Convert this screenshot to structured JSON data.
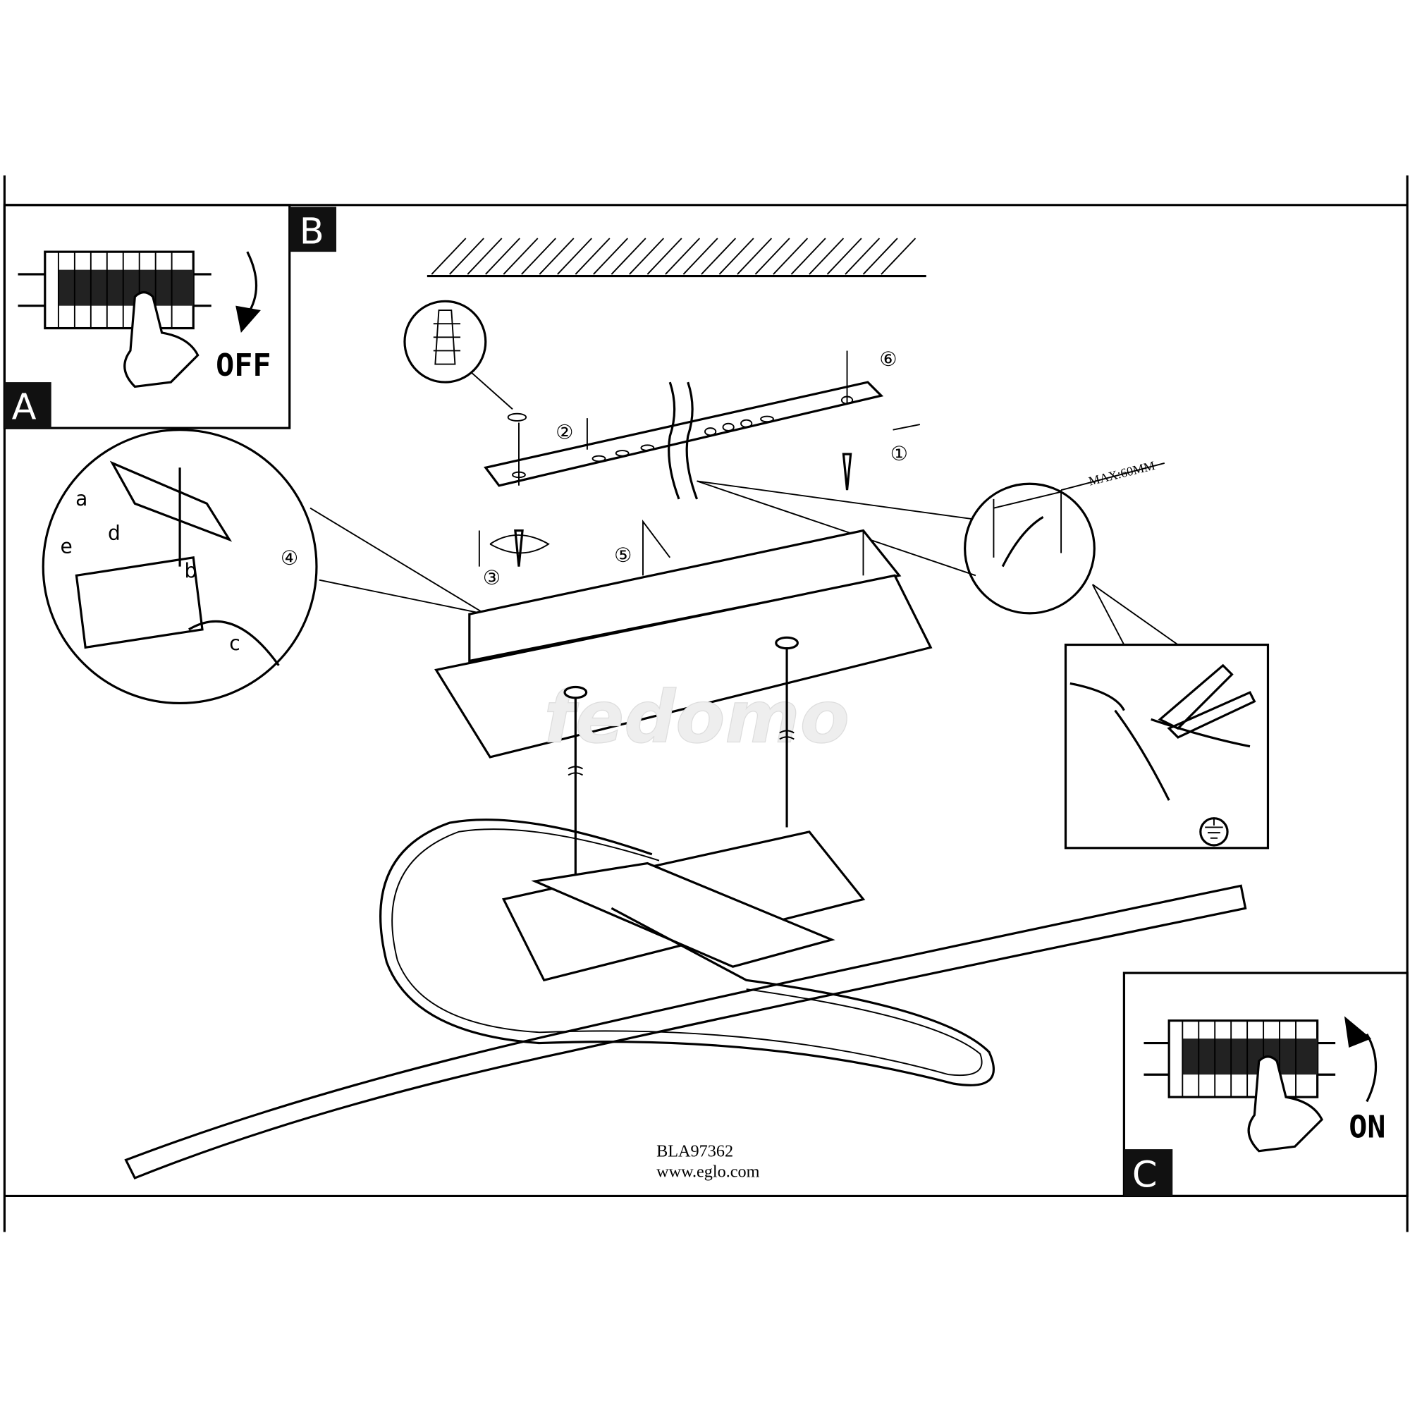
{
  "panels": {
    "a_label": "A",
    "b_label": "B",
    "c_label": "C",
    "off_text": "OFF",
    "on_text": "ON"
  },
  "steps": [
    "①",
    "②",
    "③",
    "④",
    "⑤",
    "⑥"
  ],
  "wiring_letters": [
    "a",
    "b",
    "c",
    "d",
    "e"
  ],
  "dimension": "MAX:60MM",
  "footer": {
    "model": "BLA97362",
    "website": "www.eglo.com"
  },
  "watermark": "fedomo"
}
